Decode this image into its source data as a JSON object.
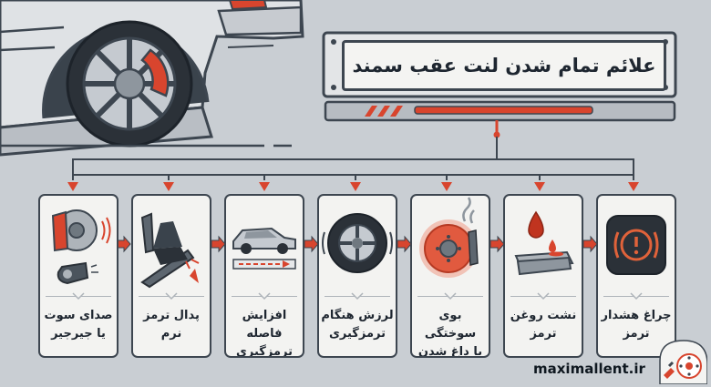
{
  "title": "علائم تمام شدن لنت عقب سمند",
  "steps": [
    {
      "label_line1": "صدای سوت",
      "label_line2": "یا جیرجیر",
      "icon": "brake-caliper-whistle-icon"
    },
    {
      "label_line1": "پدال ترمز",
      "label_line2": "نرم",
      "icon": "brake-pedal-icon"
    },
    {
      "label_line1": "افزایش فاصله",
      "label_line2": "ترمزگیری",
      "icon": "car-stopping-distance-icon"
    },
    {
      "label_line1": "لرزش هنگام",
      "label_line2": "ترمزگیری",
      "icon": "vibrating-wheel-icon"
    },
    {
      "label_line1": "بوی سوختگی",
      "label_line2": "یا داغ شدن",
      "icon": "hot-brake-disc-icon"
    },
    {
      "label_line1": "نشت روغن",
      "label_line2": "ترمز",
      "icon": "brake-fluid-leak-icon"
    },
    {
      "label_line1": "چراغ هشدار",
      "label_line2": "ترمز",
      "icon": "brake-warning-light-icon"
    }
  ],
  "website": "maximallent.ir",
  "colors": {
    "accent": "#d8452e",
    "outline": "#3d4650",
    "background": "#c9ced3"
  }
}
